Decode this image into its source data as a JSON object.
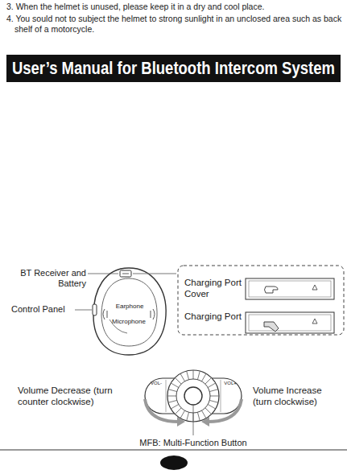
{
  "diagram": {
    "nodes": [
      {
        "text": [
          "User’s Manual for Bluetooth Intercom System"
        ]
      }
    ],
    "labels": [
      "3. When the helmet is unused, please keep it in a dry and cool place.",
      "4. You sould not to subject the helmet to strong sunlight in an unclosed area such as back shelf of a motorcycle.",
      "BT Receiver and Battery",
      "Control Panel",
      "Earphone",
      "Microphone",
      "Charging Port Cover",
      "Charging Port",
      "VOL-",
      "VOL+",
      "Volume Decrease (turn counter clockwise)",
      "Volume Increase (turn clockwise)",
      "MFB: Multi-Function Button"
    ]
  }
}
